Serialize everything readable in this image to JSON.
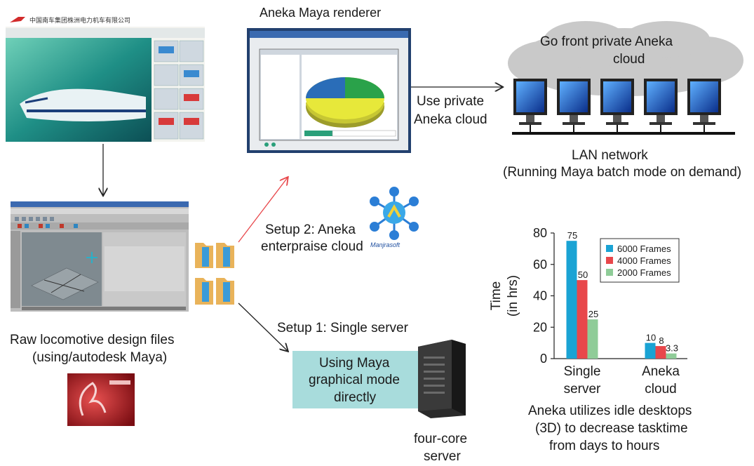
{
  "top_left_shot": {
    "header_text": "中国南车集团株洲电力机车有限公司"
  },
  "renderer": {
    "title": "Aneka Maya renderer"
  },
  "use_private": {
    "line1": "Use private",
    "line2": "Aneka cloud"
  },
  "cloud": {
    "line1": "Go front private Aneka",
    "line2": "cloud"
  },
  "lan": {
    "line1": "LAN network",
    "line2": "(Running Maya batch mode on demand)"
  },
  "setup2": {
    "line1": "Setup 2: Aneka",
    "line2": "enterpraise cloud"
  },
  "setup1": {
    "label": "Setup 1: Single server"
  },
  "raw_files": {
    "line1": "Raw locomotive design files",
    "line2": "(using/autodesk Maya)"
  },
  "graphical_box": {
    "line1": "Using Maya",
    "line2": "graphical mode",
    "line3": "directly"
  },
  "server": {
    "line1": "four-core",
    "line2": "server"
  },
  "chart_caption": {
    "line1": "Aneka utilizes idle desktops",
    "line2": "(3D) to decrease tasktime",
    "line3": "from days to hours"
  },
  "colors": {
    "blue": "#1aa3d4",
    "red": "#e8474b",
    "green": "#8fcc98",
    "cloud": "#c9c9c9",
    "box": "#a8dcdc"
  },
  "chart_data": {
    "type": "bar",
    "categories": [
      "Single server",
      "Aneka cloud"
    ],
    "category_lines": [
      [
        "Single",
        "server"
      ],
      [
        "Aneka",
        "cloud"
      ]
    ],
    "series": [
      {
        "name": "6000 Frames",
        "values": [
          75,
          10
        ],
        "labels": [
          "75",
          "10"
        ],
        "color": "#1aa3d4"
      },
      {
        "name": "4000 Frames",
        "values": [
          50,
          8
        ],
        "labels": [
          "50",
          "8"
        ],
        "color": "#e8474b"
      },
      {
        "name": "2000 Frames",
        "values": [
          25,
          3.3
        ],
        "labels": [
          "25",
          "3.3"
        ],
        "color": "#8fcc98"
      }
    ],
    "ylabel_lines": [
      "Time",
      "(in hrs)"
    ],
    "ylim": [
      0,
      80
    ],
    "yticks": [
      0,
      20,
      40,
      60,
      80
    ],
    "legend": "top-right",
    "grid": false
  }
}
